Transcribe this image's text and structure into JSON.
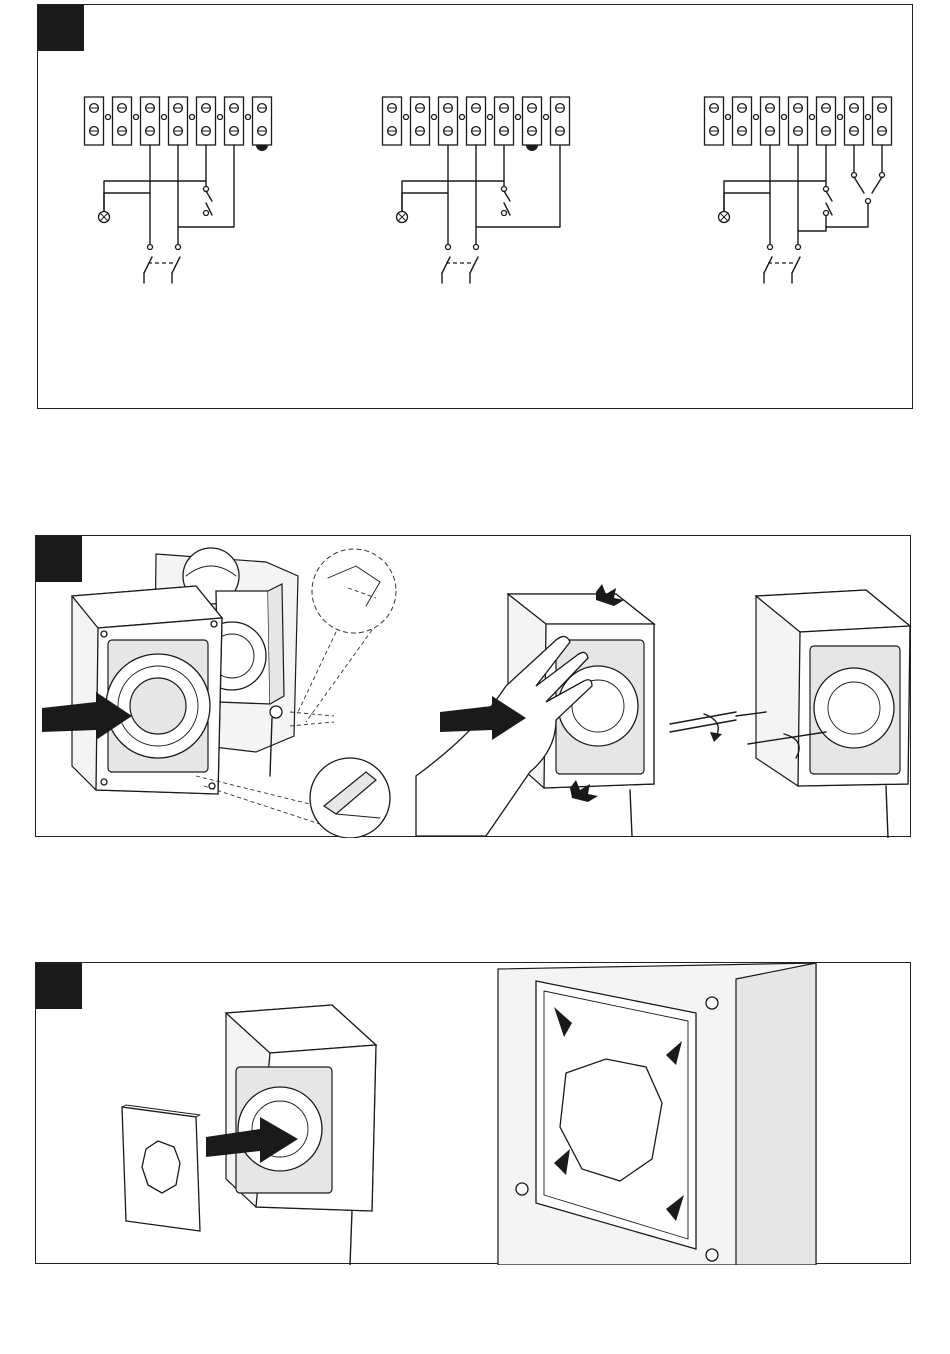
{
  "figures": [
    {
      "id": "wiring",
      "variants": [
        "terminal-block-a",
        "terminal-block-b",
        "terminal-block-c"
      ]
    },
    {
      "id": "mounting",
      "steps": [
        "attach-front",
        "press-cover",
        "fasten-screw"
      ]
    },
    {
      "id": "finishing",
      "steps": [
        "fit-plate",
        "bend-tabs"
      ]
    }
  ],
  "colors": {
    "ink": "#1a1a1a",
    "tag": "#1a1a1a",
    "panel_border": "#222222"
  },
  "icons": [
    "arrow-icon",
    "lamp-icon",
    "switch-icon",
    "screwdriver-icon",
    "rotate-arrow-icon",
    "spark-icon"
  ]
}
